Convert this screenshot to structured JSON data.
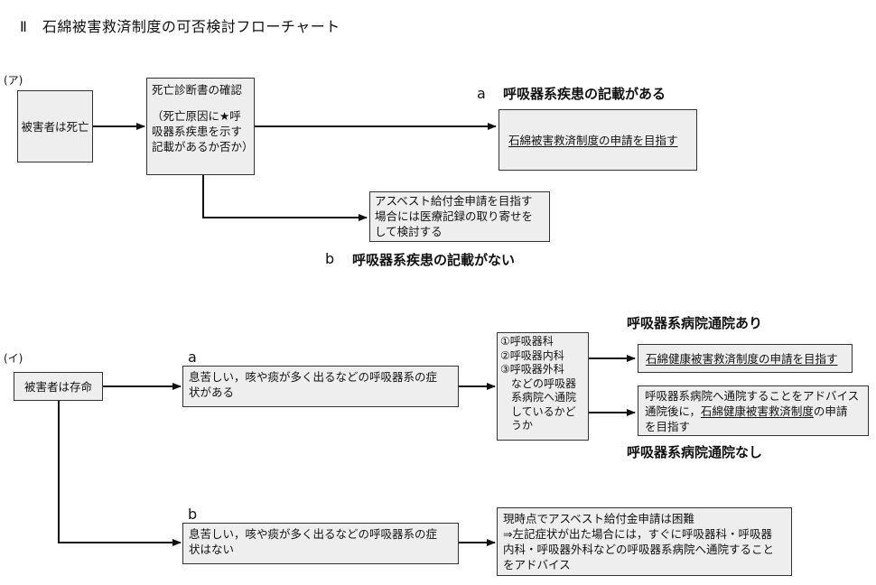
{
  "title": "Ⅱ　石綿被害救済制度の可否検討フローチャート",
  "section_a": {
    "marker": "(ア)",
    "deceased_box": "被害者は死亡",
    "check_box": {
      "line1": "死亡診断書の確認",
      "line2": "（死亡原因に★呼",
      "line3": "吸器系疾患を示す",
      "line4": "記載があるか否か）"
    },
    "branch_a_letter": "a",
    "branch_a_label": "呼吸器系疾患の記載がある",
    "result_a": "石綿被害救済制度の申請を目指す",
    "result_b": {
      "line1": "アスベスト給付金申請を目指す",
      "line2": "場合には医療記録の取り寄せを",
      "line3": "して検討する"
    },
    "branch_b_letter": "b",
    "branch_b_label": "呼吸器系疾患の記載がない"
  },
  "section_b": {
    "marker": "(イ)",
    "alive_box": "被害者は存命",
    "branch_a_letter": "a",
    "symptom_yes": {
      "line1": "息苦しい，咳や痰が多く出るなどの呼吸器系の症",
      "line2": "状がある"
    },
    "dept_box": {
      "line1": "①呼吸器科",
      "line2": "②呼吸器内科",
      "line3": "③呼吸器外科",
      "line4": "　などの呼吸器",
      "line5": "　系病院へ通院",
      "line6": "　しているかど",
      "line7": "　うか"
    },
    "visit_yes_label": "呼吸器系病院通院あり",
    "visit_yes_result": "石綿健康被害救済制度の申請を目指す",
    "visit_no_result": {
      "line1": "呼吸器系病院へ通院することをアドバイス",
      "line2_prefix": "通院後に，",
      "line2_underlined": "石綿健康被害救済制度",
      "line2_suffix": "の申請",
      "line3": "を目指す"
    },
    "visit_no_label": "呼吸器系病院通院なし",
    "branch_b_letter": "b",
    "symptom_no": {
      "line1": "息苦しい，咳や痰が多く出るなどの呼吸器系の症",
      "line2": "状はない"
    },
    "difficult_box": {
      "line1": "現時点でアスベスト給付金申請は困難",
      "line2": "⇒左記症状が出た場合には，すぐに呼吸器科・呼吸器",
      "line3": "内科・呼吸器外科などの呼吸器系病院へ通院すること",
      "line4": "をアドバイス"
    }
  }
}
